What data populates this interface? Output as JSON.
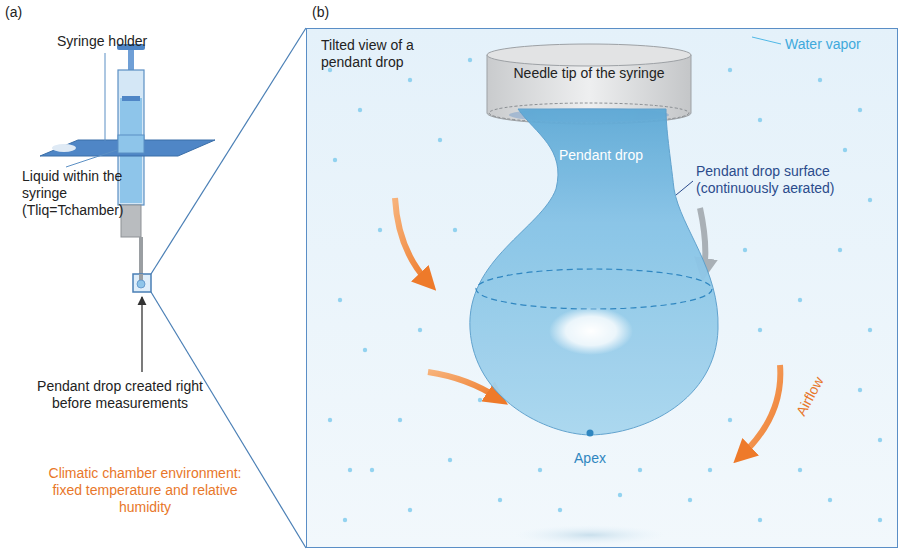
{
  "diagram": {
    "nodes": [
      {
        "text": [
          "Tilted view of a pendant drop"
        ]
      },
      {
        "text": [
          "Needle tip of the syringe"
        ],
        "in": 0
      },
      {
        "text": [
          "Pendant drop"
        ],
        "in": 0
      }
    ],
    "labels": [
      "(a)",
      "(b)",
      "Syringe holder",
      "Liquid within the syringe (Tliq=Tchamber)",
      "Pendant drop created right before measurements",
      "Climatic chamber environment: fixed temperature and relative humidity",
      "Water vapor",
      "Pendant drop surface (continuously aerated)",
      "Airflow",
      "Apex"
    ]
  }
}
